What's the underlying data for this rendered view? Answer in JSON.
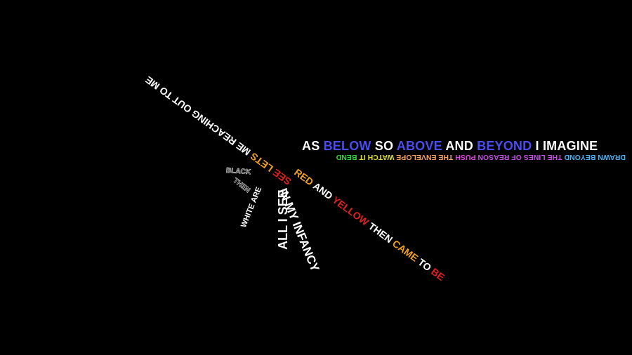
{
  "headline": [
    {
      "text": "AS ",
      "color": "#ffffff"
    },
    {
      "text": "BELOW",
      "color": "#4a4cf0"
    },
    {
      "text": " SO ",
      "color": "#ffffff"
    },
    {
      "text": "ABOVE",
      "color": "#4a4cf0"
    },
    {
      "text": " AND ",
      "color": "#ffffff"
    },
    {
      "text": "BEYOND",
      "color": "#4a4cf0"
    },
    {
      "text": " I IMAGINE",
      "color": "#ffffff"
    }
  ],
  "mirror": [
    {
      "text": "WATCH IT ",
      "color": "#ffffff"
    },
    {
      "text": "BEND",
      "color": "#22cc44"
    },
    {
      "text": "  ",
      "color": "#ffffff"
    },
    {
      "text": "PUSH THE ENVELOPE",
      "color": "#e8a060"
    },
    {
      "text": "  ",
      "color": "#ffffff"
    },
    {
      "text": "PUSH",
      "color": "#cc44cc"
    },
    {
      "text": "  ",
      "color": "#ffffff"
    },
    {
      "text": "DRAWN BEYOND THE LINES OF REASON",
      "color": "#b24cdd"
    }
  ],
  "mirror_text": "DRAWN BEYOND THE LINES OF REASON   PUSH THE ENVELOPE   WATCH IT BEND",
  "lyrics": {
    "black": "BLACK",
    "then": "THEN",
    "white_are": "WHITE ARE",
    "all_i_see": "ALL I SEE",
    "infancy": "IN MY INFANCY",
    "red_yellow": [
      {
        "text": "RED",
        "color": "#f2a020"
      },
      {
        "text": " AND ",
        "color": "#ffffff"
      },
      {
        "text": "YELLOW",
        "color": "#e02020"
      },
      {
        "text": " THEN ",
        "color": "#ffffff"
      },
      {
        "text": "CAME",
        "color": "#f2a020"
      },
      {
        "text": " TO ",
        "color": "#ffffff"
      },
      {
        "text": "BE",
        "color": "#e02020"
      }
    ],
    "lets_me": [
      {
        "text": "SEE",
        "color": "#e02020"
      },
      {
        "text": " LETS ",
        "color": "#f2a020"
      },
      {
        "text": "ME",
        "color": "#ffffff"
      },
      {
        "text": " REACHING OUT TO ME",
        "color": "#ffffff"
      }
    ]
  }
}
